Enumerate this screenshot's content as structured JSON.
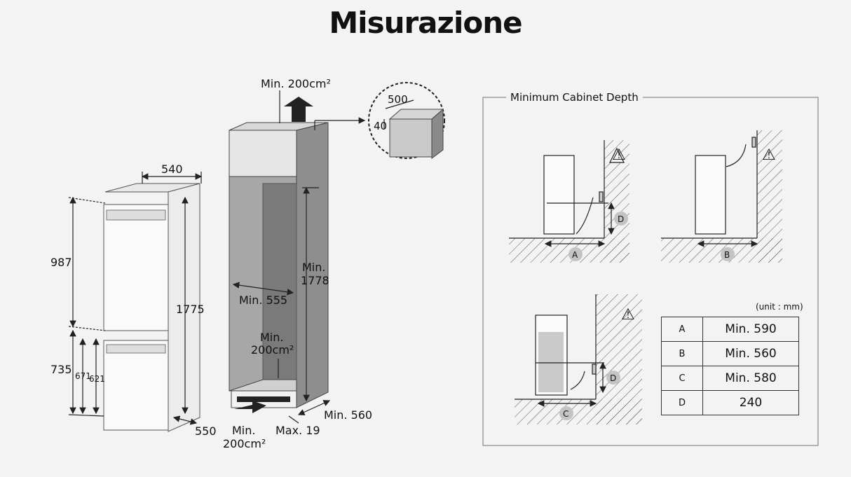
{
  "title": "Misurazione",
  "fridge": {
    "width": "540",
    "depth": "550",
    "total_height": "1775",
    "upper_height": "987",
    "lower_height": "735",
    "lower_h2": "671",
    "lower_h3": "621"
  },
  "cabinet": {
    "top_vent": "Min. 200cm²",
    "inner_width": "Min. 555",
    "inner_height_1": "Min.",
    "inner_height_2": "1778",
    "rear_vent_1": "Min.",
    "rear_vent_2": "200cm²",
    "bottom_vent_1": "Min.",
    "bottom_vent_2": "200cm²",
    "max_depth": "Max. 19",
    "min_depth": "Min. 560",
    "detail_500": "500",
    "detail_40": "40"
  },
  "panel": {
    "title": "Minimum Cabinet Depth",
    "unit_note": "(unit : mm)",
    "markers": [
      "A",
      "B",
      "C",
      "D"
    ]
  },
  "table": [
    {
      "key": "A",
      "value": "Min. 590"
    },
    {
      "key": "B",
      "value": "Min. 560"
    },
    {
      "key": "C",
      "value": "Min. 580"
    },
    {
      "key": "D",
      "value": "240"
    }
  ]
}
